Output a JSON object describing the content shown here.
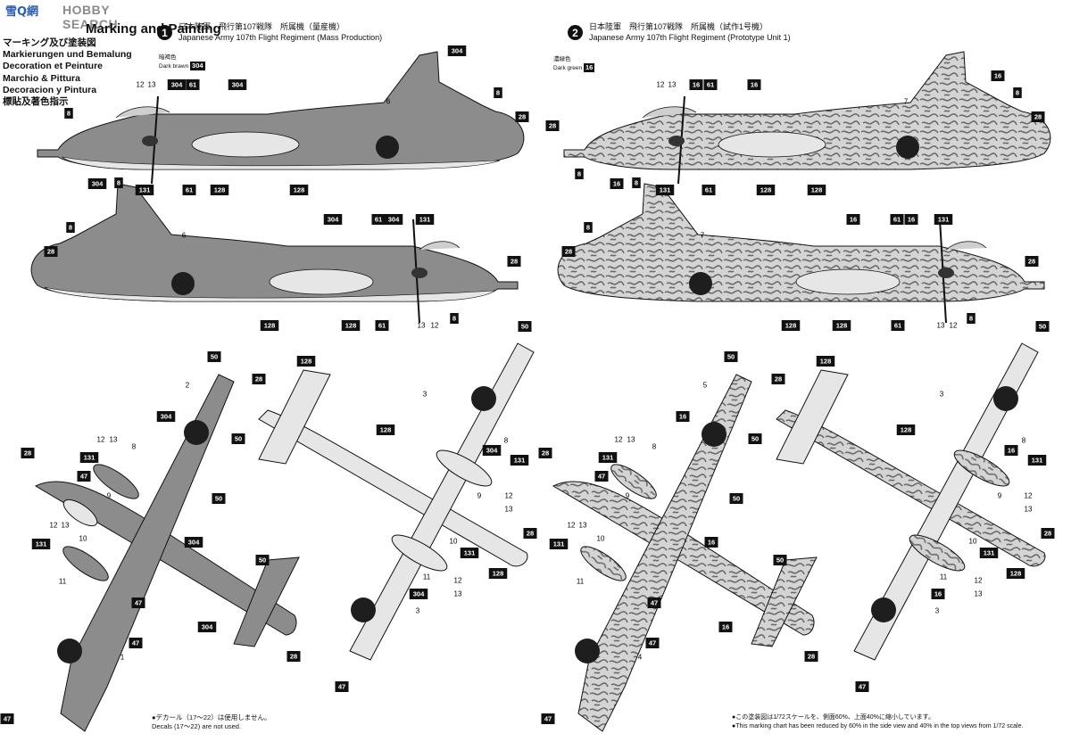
{
  "watermark": {
    "logo_text": "雪Q網",
    "text": "HOBBY SEARCH"
  },
  "heading": {
    "title": "Marking and Painting",
    "lines": [
      "マーキング及び塗装図",
      "Markierungen und Bemalung",
      "Decoration et Peinture",
      "Marchio & Pittura",
      "Decoracion y Pintura",
      "標貼及著色指示"
    ]
  },
  "schemes": [
    {
      "number": "1",
      "title_jp": "日本陸軍　飛行第107戦隊　所属機（量産機）",
      "title_en": "Japanese Army 107th Flight Regiment (Mass Production)",
      "color_jp": "暗褐色",
      "color_en": "Dark brawn",
      "color_code": "304"
    },
    {
      "number": "2",
      "title_jp": "日本陸軍　飛行第107戦隊　所属機（試作1号機）",
      "title_en": "Japanese Army 107th Flight Regiment (Prototype Unit 1)",
      "color_jp": "濃緑色",
      "color_en": "Dark green",
      "color_code": "16"
    }
  ],
  "notes": {
    "left_jp": "●デカール（17～22）は使用しません。",
    "left_en": "Decals (17～22) are not used.",
    "right_jp": "●この塗装図は1/72スケールを、側面60%、上面40%に縮小しています。",
    "right_en": "●This marking chart has been reduced by 60% in the side view and 40% in the top views from 1/72 scale."
  },
  "colors": {
    "ink": "#111111",
    "dark_paint": "#8c8c8c",
    "light_paint": "#e6e6e6",
    "hinomaru": "#1e1e1e",
    "camo_base": "#d4d4d4",
    "camo_squiggle": "#6a6a6a"
  },
  "callouts": {
    "side1": {
      "boxed": [
        "304",
        "304",
        "61",
        "304",
        "8",
        "28",
        "8",
        "8",
        "131",
        "61",
        "128",
        "128"
      ],
      "plain": [
        "12",
        "13",
        "6"
      ]
    },
    "side2": {
      "boxed": [
        "304",
        "8",
        "28",
        "304",
        "61",
        "304",
        "131",
        "28",
        "8",
        "128",
        "128",
        "61"
      ],
      "plain": [
        "6",
        "13",
        "12"
      ]
    },
    "side3": {
      "boxed": [
        "16",
        "16",
        "61",
        "16",
        "28",
        "8",
        "28",
        "8",
        "8",
        "131",
        "61",
        "128",
        "128"
      ],
      "plain": [
        "12",
        "13",
        "7"
      ]
    },
    "side4": {
      "boxed": [
        "16",
        "8",
        "28",
        "16",
        "61",
        "16",
        "131",
        "28",
        "8",
        "128",
        "128",
        "61"
      ],
      "plain": [
        "7",
        "13",
        "12"
      ]
    },
    "top1": {
      "boxed": [
        "50",
        "304",
        "50",
        "28",
        "131",
        "47",
        "50",
        "131",
        "304",
        "50",
        "47",
        "47",
        "304",
        "28",
        "47"
      ],
      "plain": [
        "2",
        "12",
        "13",
        "8",
        "9",
        "12",
        "13",
        "10",
        "11",
        "1"
      ]
    },
    "bottom1": {
      "boxed": [
        "128",
        "28",
        "128",
        "50",
        "304",
        "131",
        "131",
        "304",
        "128",
        "28",
        "47"
      ],
      "plain": [
        "3",
        "8",
        "9",
        "12",
        "13",
        "10",
        "11",
        "12",
        "13",
        "3"
      ]
    },
    "top2": {
      "boxed": [
        "50",
        "16",
        "50",
        "28",
        "131",
        "47",
        "50",
        "131",
        "16",
        "50",
        "47",
        "47",
        "16",
        "28",
        "47"
      ],
      "plain": [
        "5",
        "12",
        "13",
        "8",
        "9",
        "12",
        "13",
        "10",
        "11",
        "4"
      ]
    },
    "bottom2": {
      "boxed": [
        "128",
        "28",
        "128",
        "50",
        "16",
        "131",
        "131",
        "16",
        "128",
        "28",
        "47"
      ],
      "plain": [
        "3",
        "8",
        "9",
        "12",
        "13",
        "10",
        "11",
        "12",
        "13",
        "3"
      ]
    }
  }
}
